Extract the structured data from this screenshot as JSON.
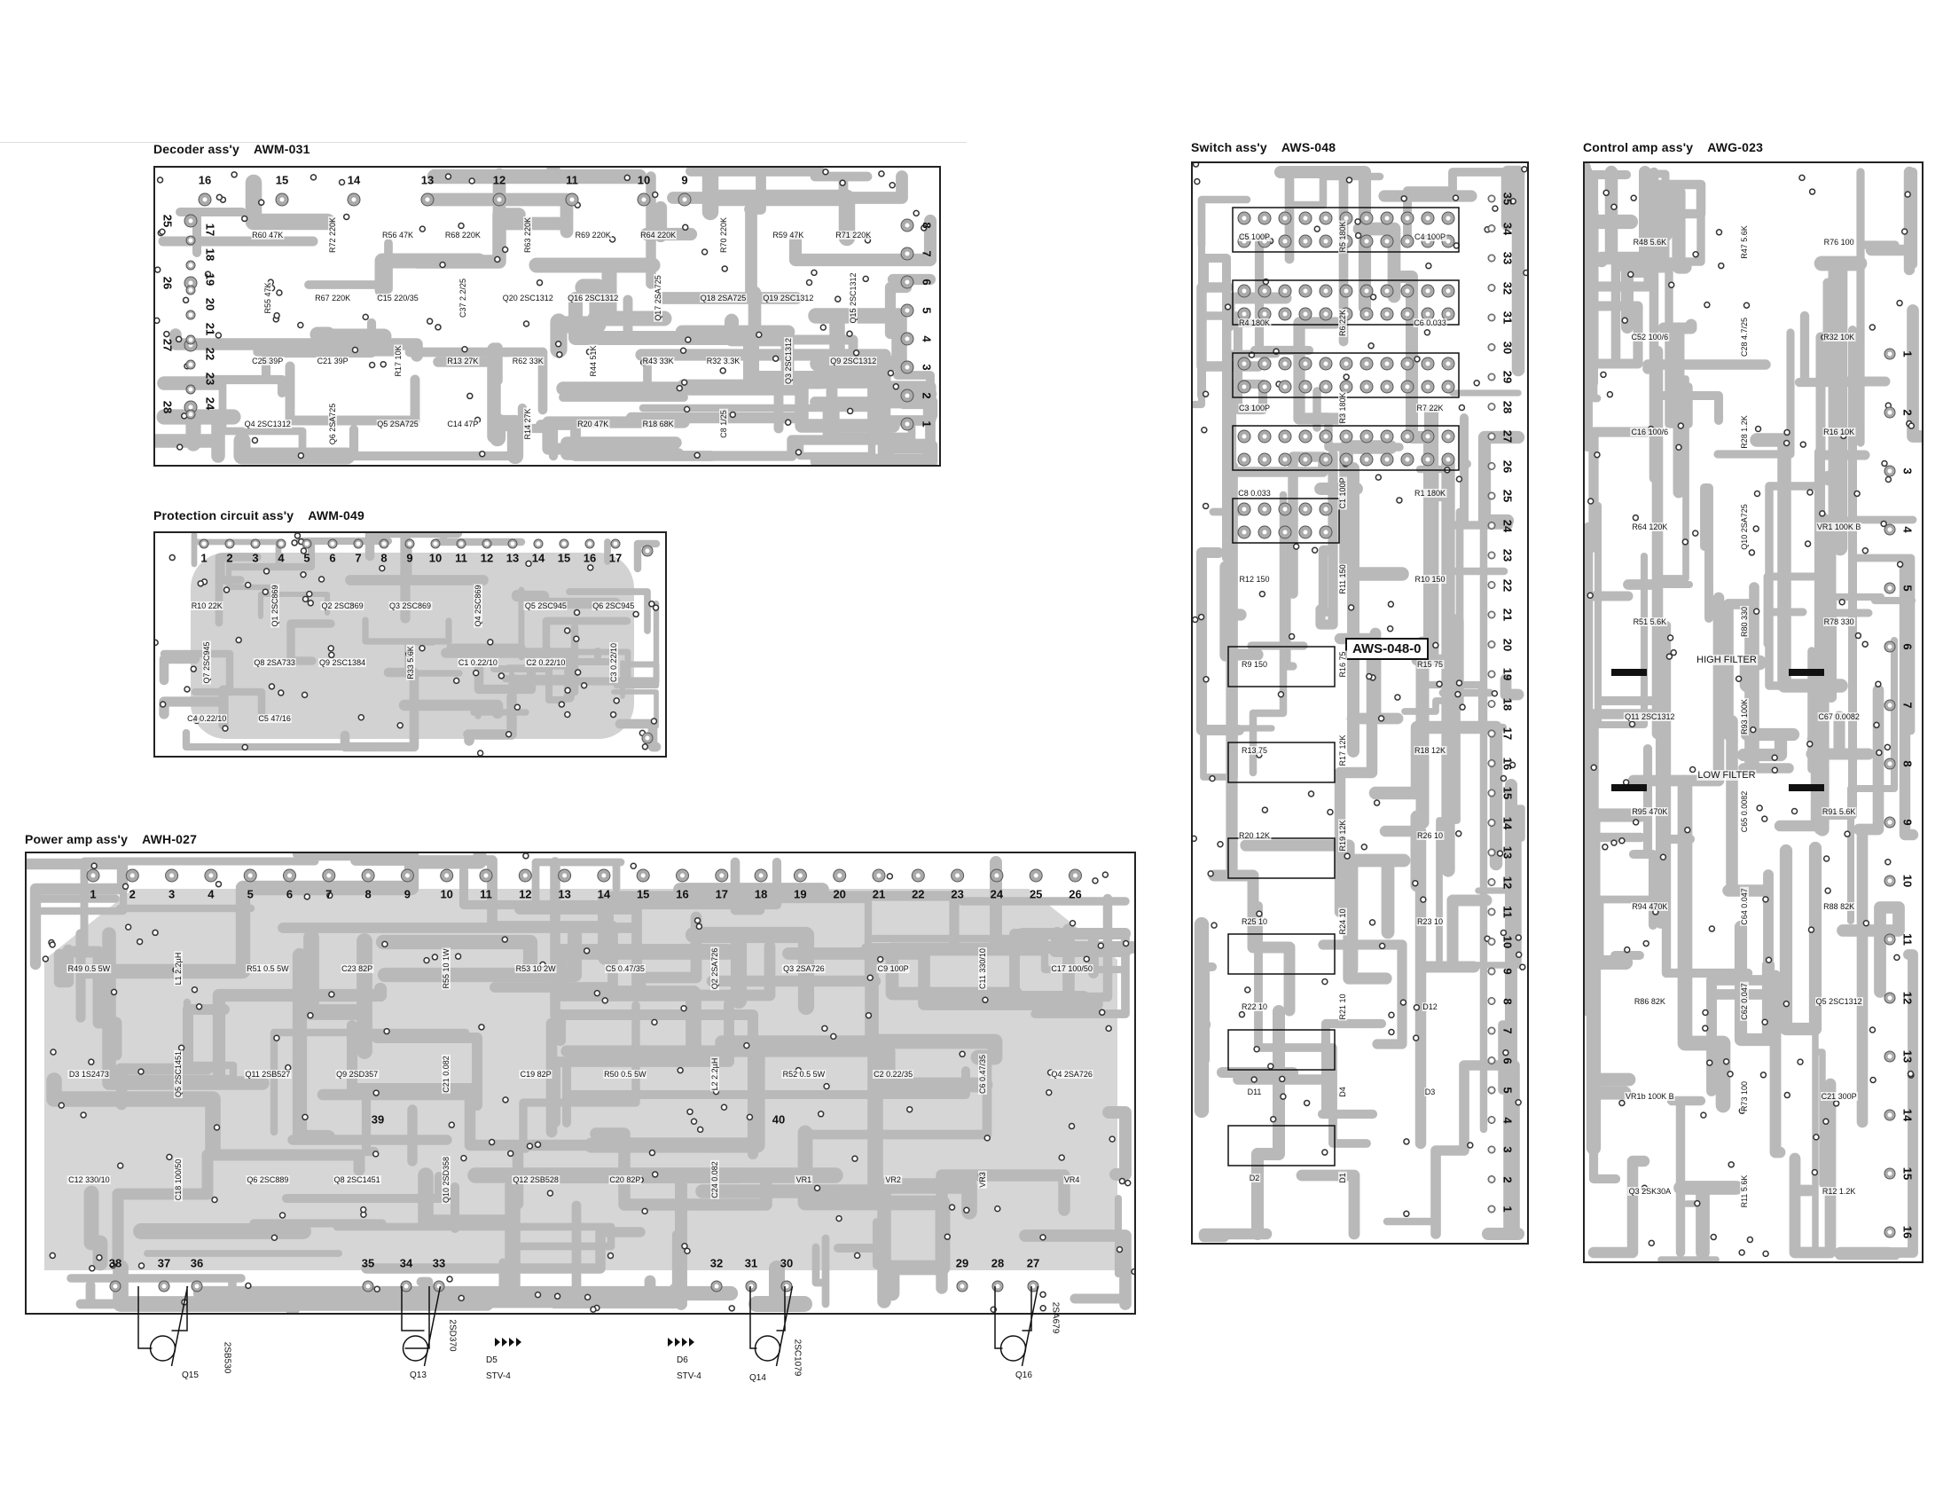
{
  "boards": {
    "decoder": {
      "title": "Decoder ass'y",
      "code": "AWM-031",
      "top_pins": [
        "16",
        "15",
        "14",
        "13",
        "12",
        "11",
        "10",
        "9"
      ],
      "right_pins": [
        "8",
        "7",
        "6",
        "5",
        "4",
        "3",
        "2",
        "1"
      ],
      "left_pins": [
        "25",
        "26",
        "27",
        "28"
      ],
      "inner_pins": [
        "17",
        "18",
        "19",
        "20",
        "21",
        "22",
        "23",
        "24"
      ],
      "labels": [
        "R60 47K",
        "R72 220K",
        "R56 47K",
        "R68 220K",
        "R63 220K",
        "R69 220K",
        "R64 220K",
        "R70 220K",
        "R59 47K",
        "R71 220K",
        "R55 47K",
        "R67 220K",
        "C15 220/35",
        "C37 2.2/25",
        "Q20 2SC1312",
        "Q16 2SC1312",
        "Q17 2SA725",
        "Q18 2SA725",
        "Q19 2SC1312",
        "Q15 2SC1312",
        "C25 39P",
        "C21 39P",
        "R17 10K",
        "R13 27K",
        "R62 33K",
        "R44 51K",
        "R43 33K",
        "R32 3.3K",
        "Q3 2SC1312",
        "Q9 2SC1312",
        "Q4 2SC1312",
        "Q6 2SA725",
        "Q5 2SA725",
        "C14 47P",
        "R14 27K",
        "R20 47K",
        "R18 68K",
        "C8 1/25"
      ]
    },
    "protection": {
      "title": "Protection circuit ass'y",
      "code": "AWM-049",
      "top_pins": [
        "1",
        "2",
        "3",
        "4",
        "5",
        "6",
        "7",
        "8",
        "9",
        "10",
        "11",
        "12",
        "13",
        "14",
        "15",
        "16",
        "17"
      ],
      "labels": [
        "R10 22K",
        "Q1 2SC869",
        "Q2 2SC869",
        "Q3 2SC869",
        "Q4 2SC869",
        "Q5 2SC945",
        "Q6 2SC945",
        "Q7 2SC945",
        "Q8 2SA733",
        "Q9 2SC1384",
        "R33 5.6K",
        "C1 0.22/10",
        "C2 0.22/10",
        "C3 0.22/10",
        "C4 0.22/10",
        "C5 47/16"
      ]
    },
    "power": {
      "title": "Power amp ass'y",
      "code": "AWH-027",
      "top_pins": [
        "1",
        "2",
        "3",
        "4",
        "5",
        "6",
        "7",
        "8",
        "9",
        "10",
        "11",
        "12",
        "13",
        "14",
        "15",
        "16",
        "17",
        "18",
        "19",
        "20",
        "21",
        "22",
        "23",
        "24",
        "25",
        "26"
      ],
      "bottom_pins": [
        "38",
        "37",
        "36",
        "35",
        "34",
        "33",
        "32",
        "31",
        "30",
        "29",
        "28",
        "27"
      ],
      "mid_pins": [
        "39",
        "40"
      ],
      "labels": [
        "R49 0.5 5W",
        "L1 2.2µH",
        "R51 0.5 5W",
        "C23 82P",
        "R55 10 1W",
        "R53 10 2W",
        "C5 0.47/35",
        "Q2 2SA726",
        "Q3 2SA726",
        "C9 100P",
        "C11 330/10",
        "C17 100/50",
        "D3 1S2473",
        "Q5 2SC1451",
        "Q11 2SB527",
        "Q9 2SD357",
        "C21 0.082",
        "C19 82P",
        "R50 0.5 5W",
        "L2 2.2µH",
        "R52 0.5 5W",
        "C2 0.22/35",
        "C6 0.47/35",
        "Q4 2SA726",
        "C12 330/10",
        "C18 100/50",
        "Q6 2SC889",
        "Q8 2SC1451",
        "Q10 2SD358",
        "Q12 2SB528",
        "C20 82P",
        "C24 0.082",
        "VR1",
        "VR2",
        "VR3",
        "VR4"
      ],
      "external": [
        "Q15",
        "2SB530",
        "Q13",
        "2SD370",
        "D5",
        "STV-4",
        "D6",
        "STV-4",
        "Q14",
        "2SC1079",
        "Q16",
        "2SA679"
      ]
    },
    "switch": {
      "title": "Switch ass'y",
      "code": "AWS-048",
      "side_pins": [
        "35",
        "34",
        "33",
        "32",
        "31",
        "30",
        "29",
        "28",
        "27",
        "26",
        "25",
        "24",
        "23",
        "22",
        "21",
        "20",
        "19",
        "18",
        "17",
        "16",
        "15",
        "14",
        "13",
        "12",
        "11",
        "10",
        "9",
        "8",
        "7",
        "6",
        "5",
        "4",
        "3",
        "2",
        "1"
      ],
      "board_mark": "AWS-048-0",
      "labels": [
        "C5 100P",
        "R5 180K",
        "C4 100P",
        "R4 180K",
        "R6 22K",
        "C6 0.033",
        "C3 100P",
        "R3 180K",
        "R7 22K",
        "C8 0.033",
        "C1 100P",
        "R1 180K",
        "R12 150",
        "R11 150",
        "R10 150",
        "R9 150",
        "R16 75",
        "R15 75",
        "R13 75",
        "R17 12K",
        "R18 12K",
        "R20 12K",
        "R19 12K",
        "R26 10",
        "R25 10",
        "R24 10",
        "R23 10",
        "R22 10",
        "R21 10",
        "D12",
        "D11",
        "D4",
        "D3",
        "D2",
        "D1"
      ]
    },
    "control": {
      "title": "Control amp ass'y",
      "code": "AWG-023",
      "side_pins": [
        "1",
        "2",
        "3",
        "4",
        "5",
        "6",
        "7",
        "8",
        "9",
        "10",
        "11",
        "12",
        "13",
        "14",
        "15",
        "16"
      ],
      "filter_high": "HIGH FILTER",
      "filter_low": "LOW FILTER",
      "labels": [
        "R48 5.6K",
        "R47 5.6K",
        "R76 100",
        "C52 100/6",
        "C28 4.7/25",
        "R32 10K",
        "C16 100/6",
        "R28 1.2K",
        "R16 10K",
        "R64 120K",
        "Q10 2SA725",
        "VR1 100K B",
        "R51 5.6K",
        "R80 330",
        "R78 330",
        "Q11 2SC1312",
        "R93 100K",
        "C67 0.0082",
        "R95 470K",
        "C65 0.0082",
        "R91 5.6K",
        "R94 470K",
        "C64 0.047",
        "R88 82K",
        "R86 82K",
        "C62 0.047",
        "Q5 2SC1312",
        "VR1b 100K B",
        "R73 100",
        "C21 300P",
        "Q3 2SK30A",
        "R11 5.6K",
        "R12 1.2K"
      ]
    }
  }
}
